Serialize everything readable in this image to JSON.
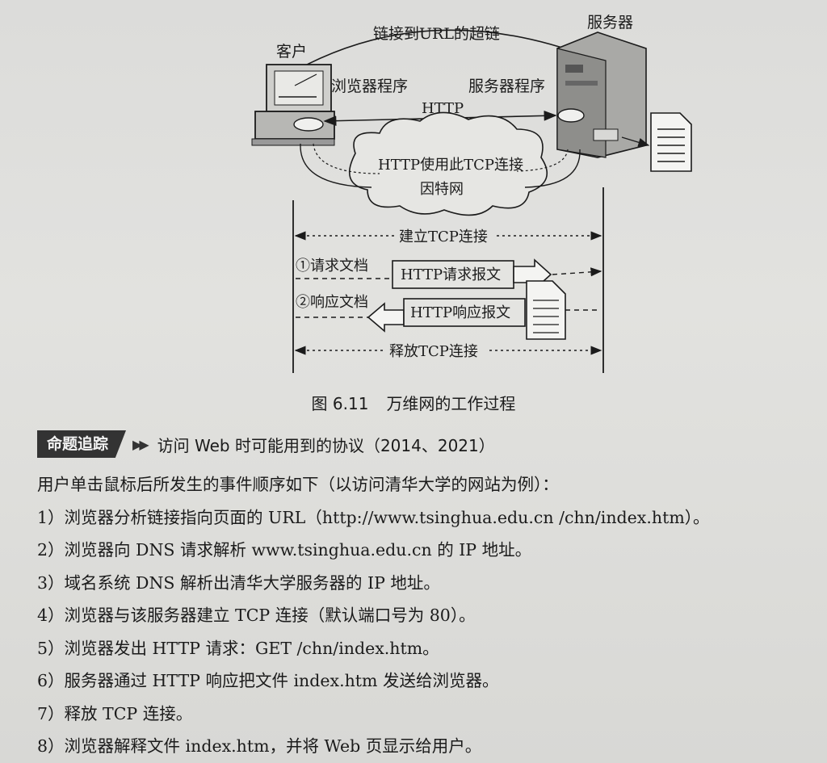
{
  "diagram": {
    "labels": {
      "client": "客户",
      "server": "服务器",
      "hyperlink": "链接到URL的超链",
      "browser": "浏览器程序",
      "server_program": "服务器程序",
      "http": "HTTP",
      "http_tcp": "HTTP使用此TCP连接",
      "internet": "因特网",
      "establish_tcp": "建立TCP连接",
      "request_doc": "①请求文档",
      "http_request": "HTTP请求报文",
      "response_doc": "②响应文档",
      "http_response": "HTTP响应报文",
      "release_tcp": "释放TCP连接"
    }
  },
  "figure": {
    "number": "图 6.11",
    "title": "万维网的工作过程"
  },
  "tracker": {
    "badge": "命题追踪",
    "arrows": "▶▶",
    "text": "访问 Web 时可能用到的协议（2014、2021）"
  },
  "paragraphs": [
    "用户单击鼠标后所发生的事件顺序如下（以访问清华大学的网站为例）：",
    "1）浏览器分析链接指向页面的 URL（http://www.tsinghua.edu.cn /chn/index.htm）。",
    "2）浏览器向 DNS 请求解析 www.tsinghua.edu.cn 的 IP 地址。",
    "3）域名系统 DNS 解析出清华大学服务器的 IP 地址。",
    "4）浏览器与该服务器建立 TCP 连接（默认端口号为 80）。",
    "5）浏览器发出 HTTP 请求：GET /chn/index.htm。",
    "6）服务器通过 HTTP 响应把文件 index.htm 发送给浏览器。",
    "7）释放 TCP 连接。",
    "8）浏览器解释文件 index.htm，并将 Web 页显示给用户。"
  ]
}
